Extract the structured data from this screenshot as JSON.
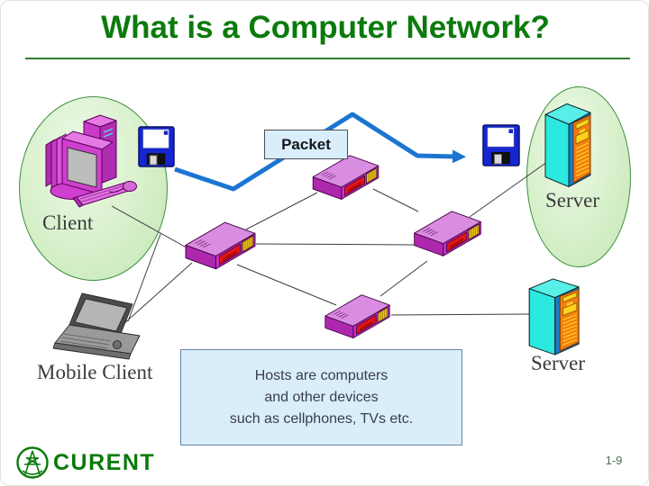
{
  "slide": {
    "title": "What is a Computer Network?",
    "page_number": "1-9"
  },
  "diagram": {
    "packet_label": "Packet",
    "nodes": {
      "client": {
        "label": "Client",
        "icon": "desktop-computer-icon"
      },
      "mobile_client": {
        "label": "Mobile Client",
        "icon": "laptop-icon"
      },
      "server_top": {
        "label": "Server",
        "icon": "server-tower-icon"
      },
      "server_bottom": {
        "label": "Server",
        "icon": "server-tower-icon"
      },
      "routers": {
        "count": 4,
        "icon": "router-icon"
      },
      "floppies": {
        "count": 2,
        "icon": "floppy-disk-icon"
      }
    },
    "note_box": {
      "lines": [
        "Hosts are computers",
        "and other devices",
        "such as cellphones, TVs etc."
      ]
    }
  },
  "footer": {
    "logo_text": "CURENT",
    "logo_icon": "transmission-tower-logo-icon"
  },
  "colors": {
    "title_green": "#0c7a0c",
    "rule_green": "#2e7d32",
    "packet_blue": "#1b75d1",
    "link_gray": "#3d3d3d",
    "ellipse_border": "#3f8f3f",
    "box_blue_fill": "#d9edfb",
    "info_border": "#6b86a0",
    "label_gray": "#3b3b3b",
    "logo_green": "#0a7a0a",
    "page_green": "#4f6f52",
    "router_magenta": "#cb2fcb",
    "server_cyan": "#2ce9e0",
    "floppy_blue": "#1526cf"
  }
}
